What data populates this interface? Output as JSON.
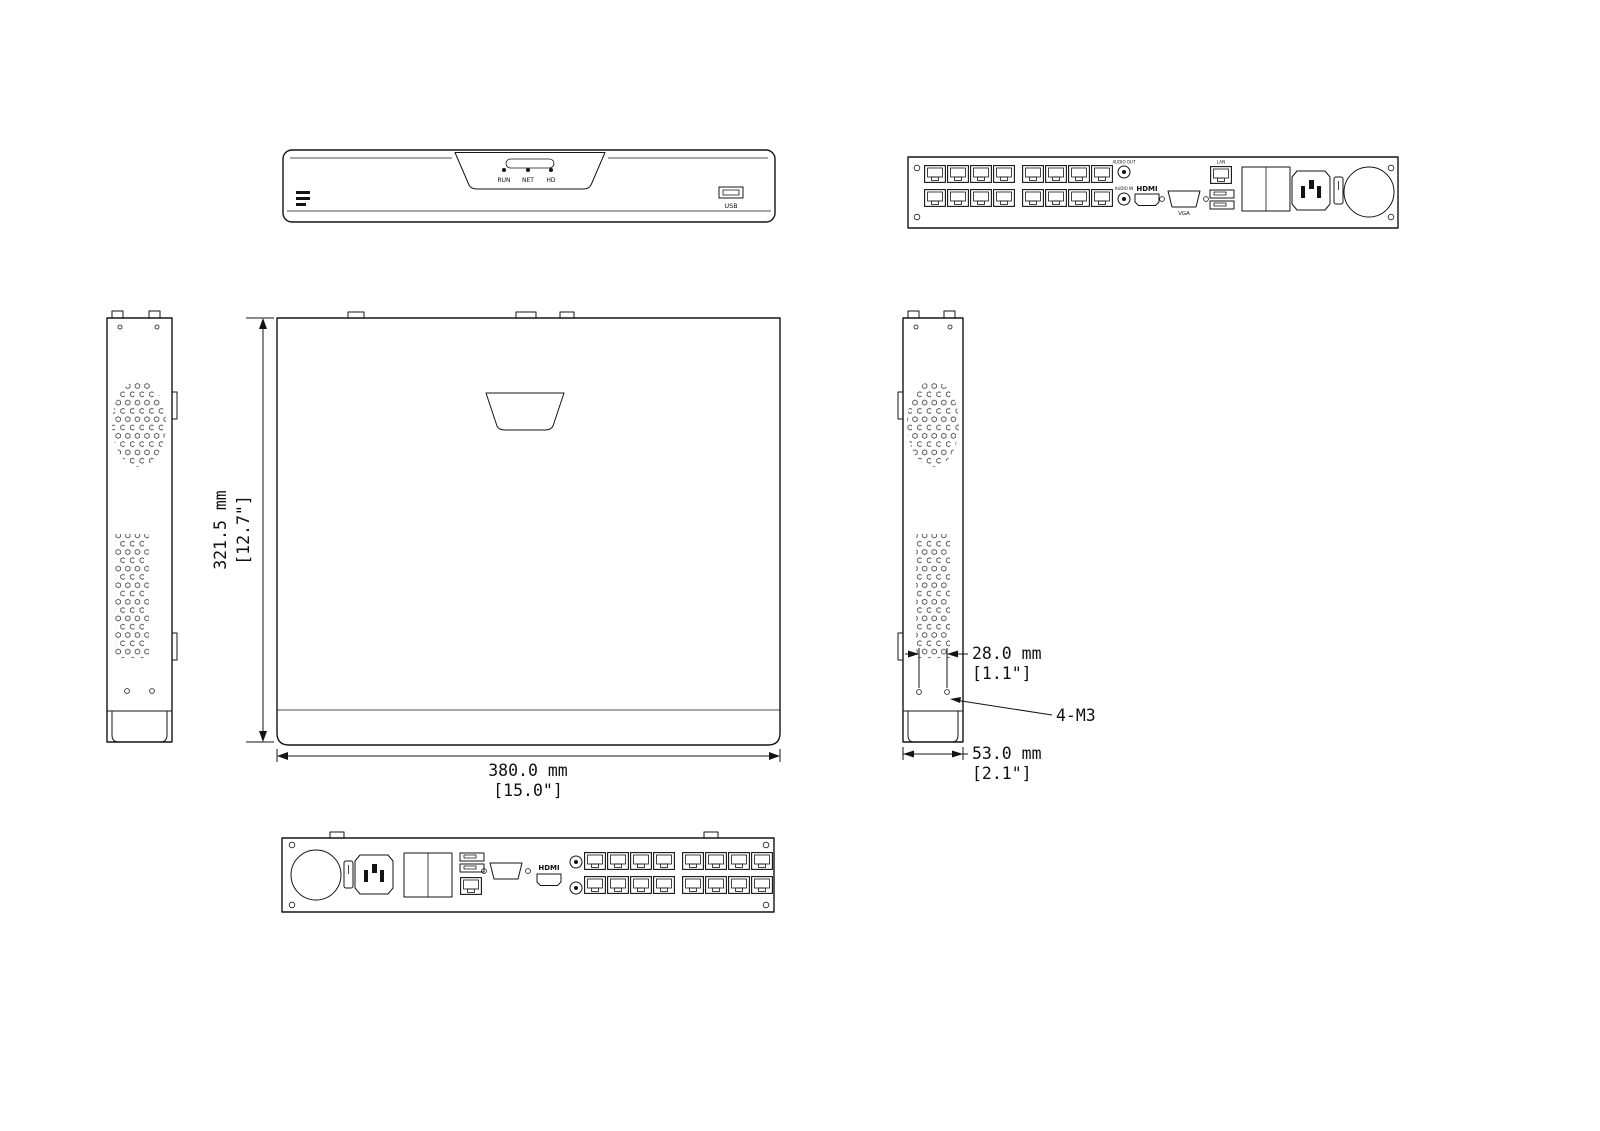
{
  "sheet": {
    "background": "#ffffff",
    "ink": "#141414"
  },
  "dims": {
    "height_mm": "321.5 mm",
    "height_in": "[12.7\"]",
    "width_mm": "380.0 mm",
    "width_in": "[15.0\"]",
    "hole_mm": "28.0 mm",
    "hole_in": "[1.1\"]",
    "depth_mm": "53.0 mm",
    "depth_in": "[2.1\"]",
    "screw": "4-M3"
  },
  "front": {
    "led_run": "RUN",
    "led_net": "NET",
    "led_hd": "HD",
    "usb": "USB"
  },
  "rear": {
    "audio_out": "AUDIO OUT",
    "audio_in": "AUDIO IN",
    "hdmi": "HDMI",
    "vga": "VGA",
    "lan": "LAN"
  },
  "bottom_view": {
    "hdmi": "HDMI"
  }
}
